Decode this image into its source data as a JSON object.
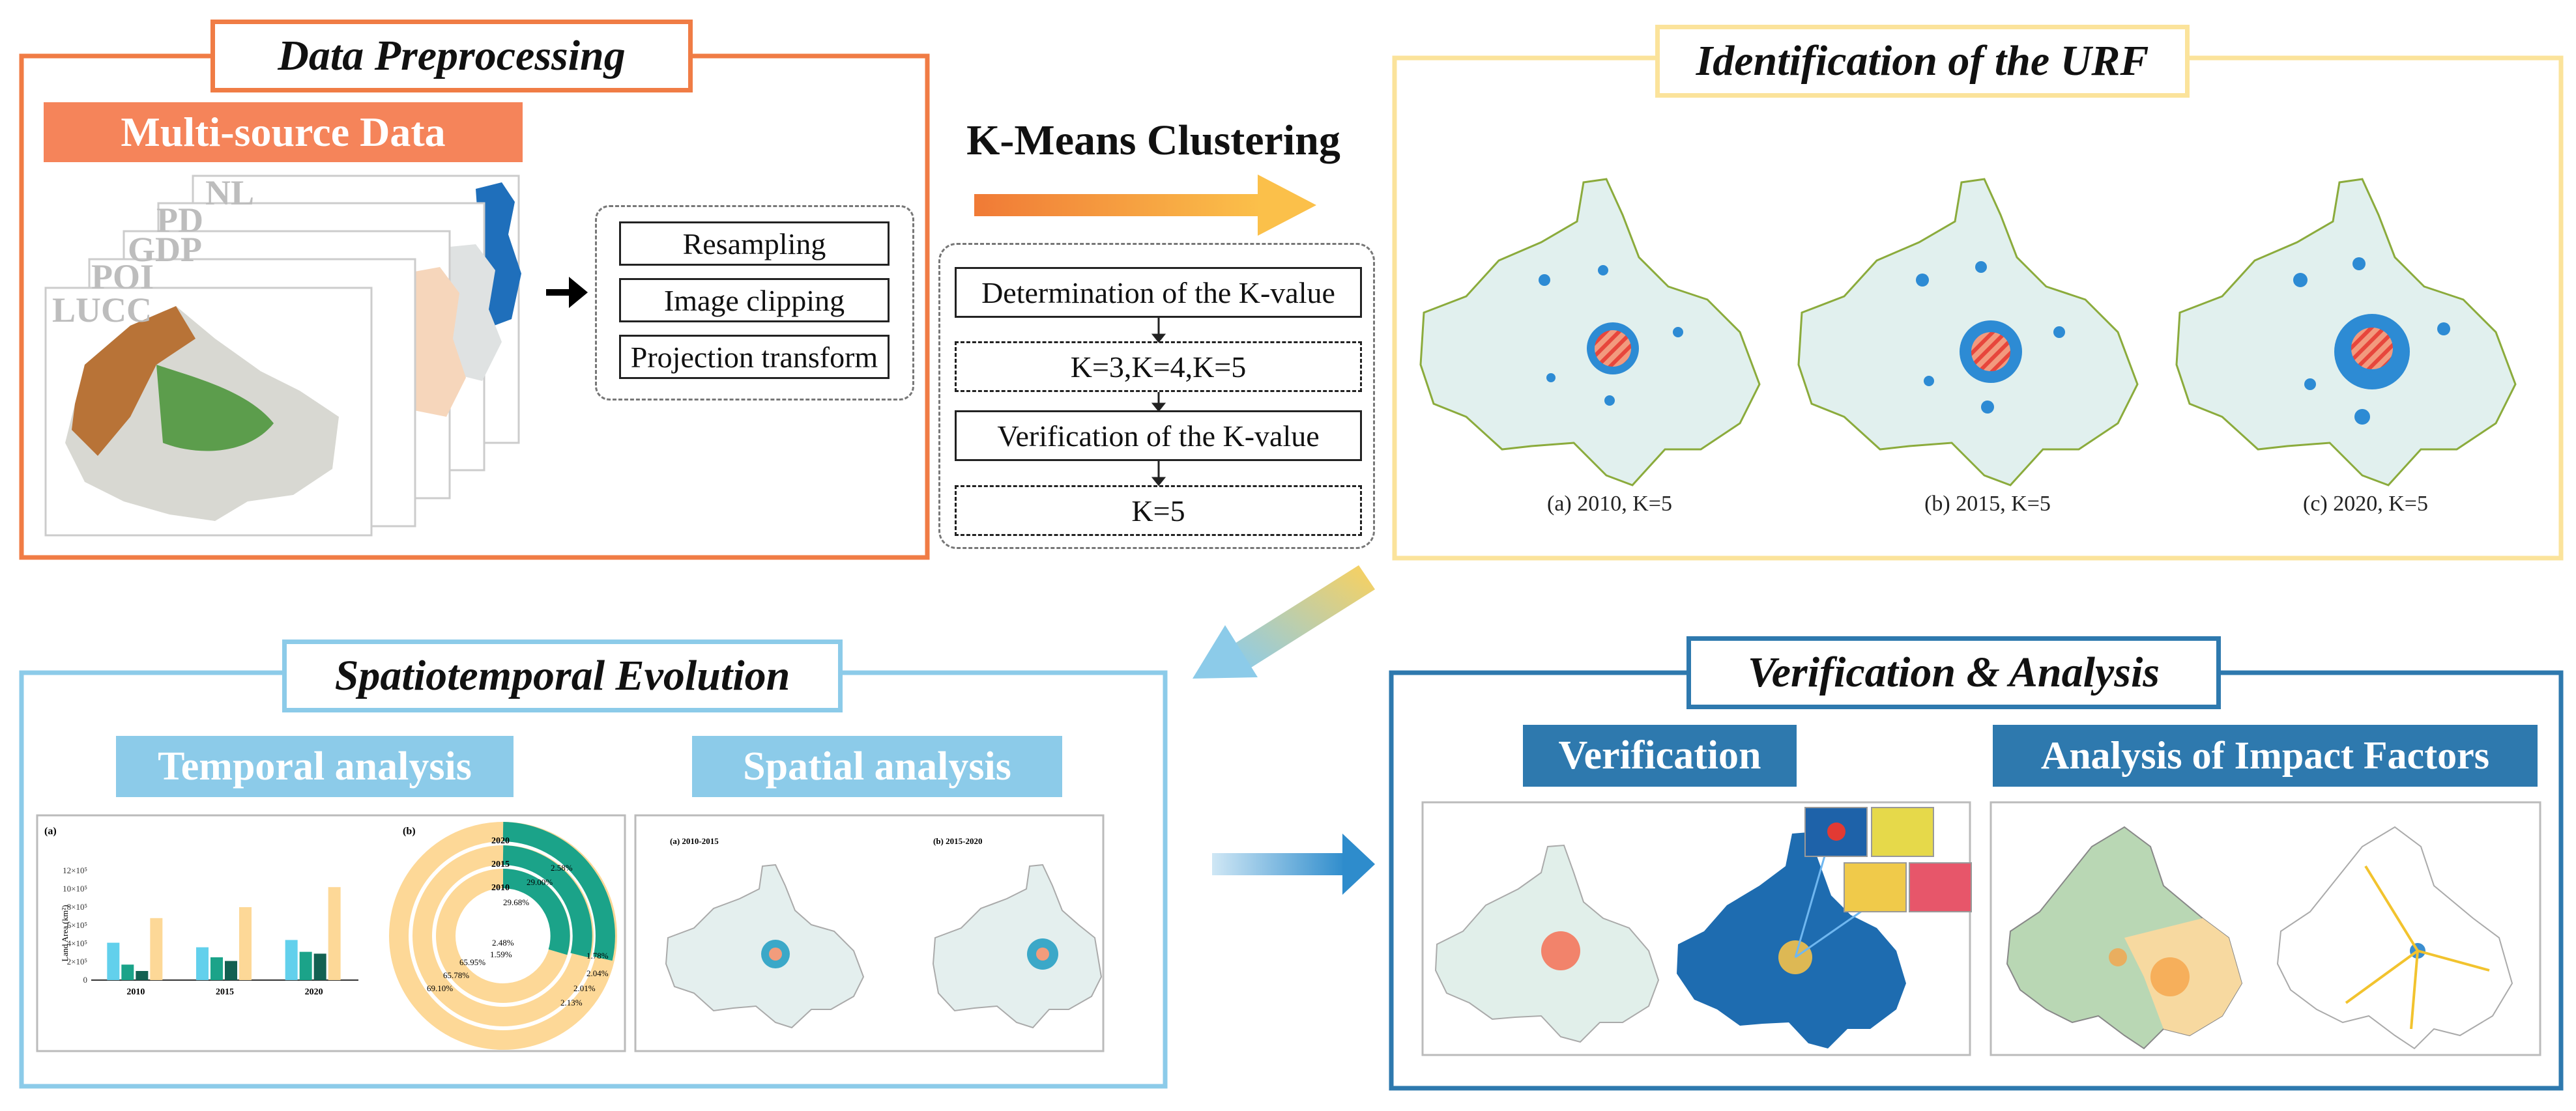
{
  "preprocessing": {
    "title": "Data Preprocessing",
    "banner": "Multi-source Data",
    "layers": [
      "NL",
      "PD",
      "GDP",
      "POI",
      "LUCC"
    ],
    "steps": [
      "Resampling",
      "Image clipping",
      "Projection transform"
    ]
  },
  "kmeans": {
    "title": "K-Means Clustering",
    "steps": [
      "Determination of the K-value",
      "K=3,K=4,K=5",
      "Verification of the K-value",
      "K=5"
    ]
  },
  "urf": {
    "title": "Identification of the URF",
    "captions": [
      "(a) 2010, K=5",
      "(b) 2015, K=5",
      "(c) 2020, K=5"
    ]
  },
  "spatiotemporal": {
    "title": "Spatiotemporal Evolution",
    "temporal_banner": "Temporal analysis",
    "spatial_banner": "Spatial analysis",
    "panel_a_label": "(a)",
    "panel_b_label": "(b)",
    "spatial_a_label": "(a) 2010-2015",
    "spatial_b_label": "(b) 2015-2020",
    "ring_years": [
      "2020",
      "2015",
      "2010"
    ],
    "donut_pct": [
      "2.58%",
      "29.00%",
      "29.68%",
      "1.78%",
      "2.04%",
      "2.48%",
      "1.59%",
      "65.95%",
      "65.78%",
      "69.10%",
      "2.01%",
      "2.13%"
    ]
  },
  "verification": {
    "title": "Verification & Analysis",
    "verification_banner": "Verification",
    "impact_banner": "Analysis of Impact Factors"
  },
  "colors": {
    "preprocessing_border": "#f07c45",
    "urf_border": "#fbe39b",
    "spatiotemporal_border": "#8ccbe9",
    "verification_border": "#2e79ae",
    "bar_light": "#62d0ec",
    "bar_mid": "#1ba389",
    "bar_dark": "#136152",
    "bar_sand": "#fdd897"
  },
  "chart_data": {
    "type": "bar",
    "title": "",
    "xlabel": "",
    "ylabel": "Land Area (km²)",
    "categories": [
      "2010",
      "2015",
      "2020"
    ],
    "ylim": [
      0,
      12
    ],
    "yticks": [
      "0",
      "2×10⁵",
      "4×10⁵",
      "6×10⁵",
      "8×10⁵",
      "10×10⁵",
      "12×10⁵"
    ],
    "series": [
      {
        "values": [
          4.1,
          3.6,
          4.4
        ]
      },
      {
        "values": [
          1.7,
          2.5,
          3.1
        ]
      },
      {
        "values": [
          1.0,
          2.1,
          2.9
        ]
      },
      {
        "values": [
          6.8,
          8.0,
          10.2
        ]
      }
    ]
  }
}
